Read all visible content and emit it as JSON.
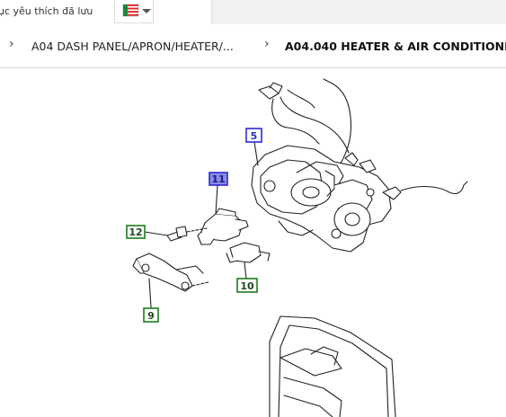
{
  "topbar": {
    "favorites_tab": "ục yêu thích đã lưu",
    "language_flag": "flag-icon",
    "dropdown": "caret-down-icon"
  },
  "breadcrumb": {
    "items": [
      {
        "label": "A04 DASH PANEL/APRON/HEATER/..."
      },
      {
        "label": "A04.040 HEATER & AIR CONDITIONI..."
      }
    ]
  },
  "diagram": {
    "callouts": [
      {
        "label": "5",
        "color": "#2b2bd0"
      },
      {
        "label": "11",
        "color": "#2b2bd0"
      },
      {
        "label": "12",
        "color": "#1f7a1f"
      },
      {
        "label": "10",
        "color": "#1f7a1f"
      },
      {
        "label": "9",
        "color": "#1f7a1f"
      }
    ],
    "callout_11_fill": "#8a8ae6"
  }
}
